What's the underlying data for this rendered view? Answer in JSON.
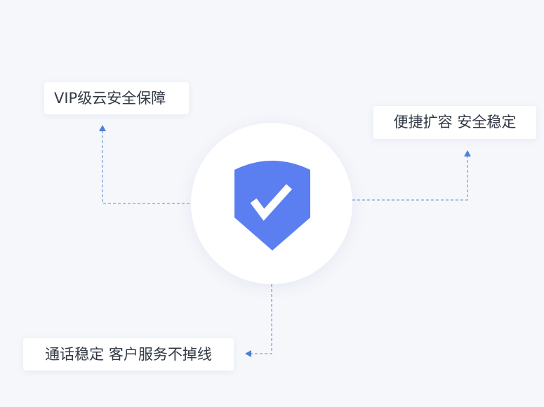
{
  "labels": {
    "vip": "VIP级云安全保障",
    "expand": "便捷扩容 安全稳定",
    "call": "通话稳定 客户服务不掉线"
  },
  "colors": {
    "background": "#f5f7fb",
    "shield": "#5b7ff0",
    "connector": "#7aa2de",
    "arrow": "#4f7fd8",
    "text": "#333a45"
  },
  "icons": {
    "center": "shield-check-icon"
  }
}
